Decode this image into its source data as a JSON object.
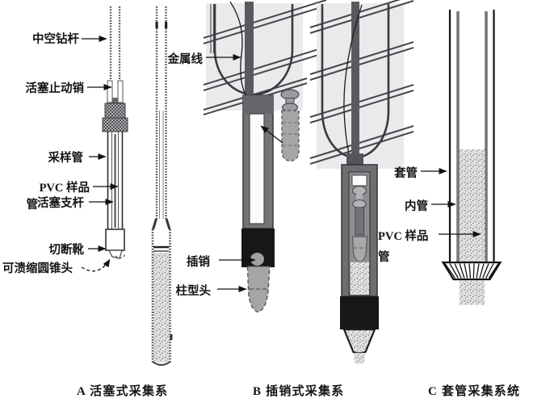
{
  "figure": {
    "captions": {
      "a": "A 活塞式采集系",
      "b": "B 插销式采集系",
      "c": "C 套管采集系统"
    },
    "labels": {
      "hollow_drill_rod": "中空钻杆",
      "piston_stop_pin": "活塞止动销",
      "sampling_tube": "采样管",
      "pvc_sample_tube_line1": "PVC 样品",
      "pvc_sample_tube_line2": "管",
      "piston_support_rod": "活塞支杆",
      "cutting_shoe": "切断靴",
      "collapsible_cone_head": "可溃缩圆锥头",
      "metal_wire": "金属线",
      "pin": "插销",
      "column_head": "柱型头",
      "casing": "套管",
      "inner_tube": "内管",
      "pvc_sample_tube_c_line1": "PVC 样品",
      "pvc_sample_tube_c_line2": "管"
    },
    "colors": {
      "background": "#ffffff",
      "ink": "#141414",
      "panel_gray": "#eaeaed",
      "bar_gray": "#5a5a5e",
      "sampler_gray": "#747478",
      "black_band": "#171717",
      "tip_gray": "#a5a5a8",
      "stipple_bg": "#e2e2e3",
      "stipple_dot": "#8b8b8f"
    }
  }
}
